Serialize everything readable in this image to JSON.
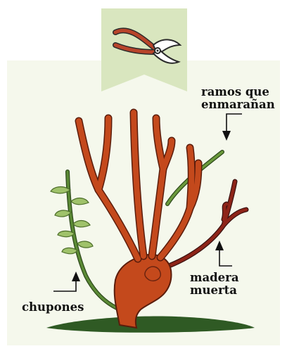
{
  "labels": {
    "tangled_branches_line1": "ramos que",
    "tangled_branches_line2": "enmarañan",
    "dead_wood_line1": "madera",
    "dead_wood_line2": "muerta",
    "suckers": "chupones"
  },
  "icons": {
    "tool": "pruning-shears-icon"
  },
  "colors": {
    "panel": "#f5f8ec",
    "banner": "#d9e6bf",
    "trunk": "#c4491c",
    "dead_wood": "#8e2418",
    "sucker_stem": "#4f7a2c",
    "leaf": "#9fc26a",
    "ground": "#2f5a24",
    "handle": "#b8442a"
  }
}
